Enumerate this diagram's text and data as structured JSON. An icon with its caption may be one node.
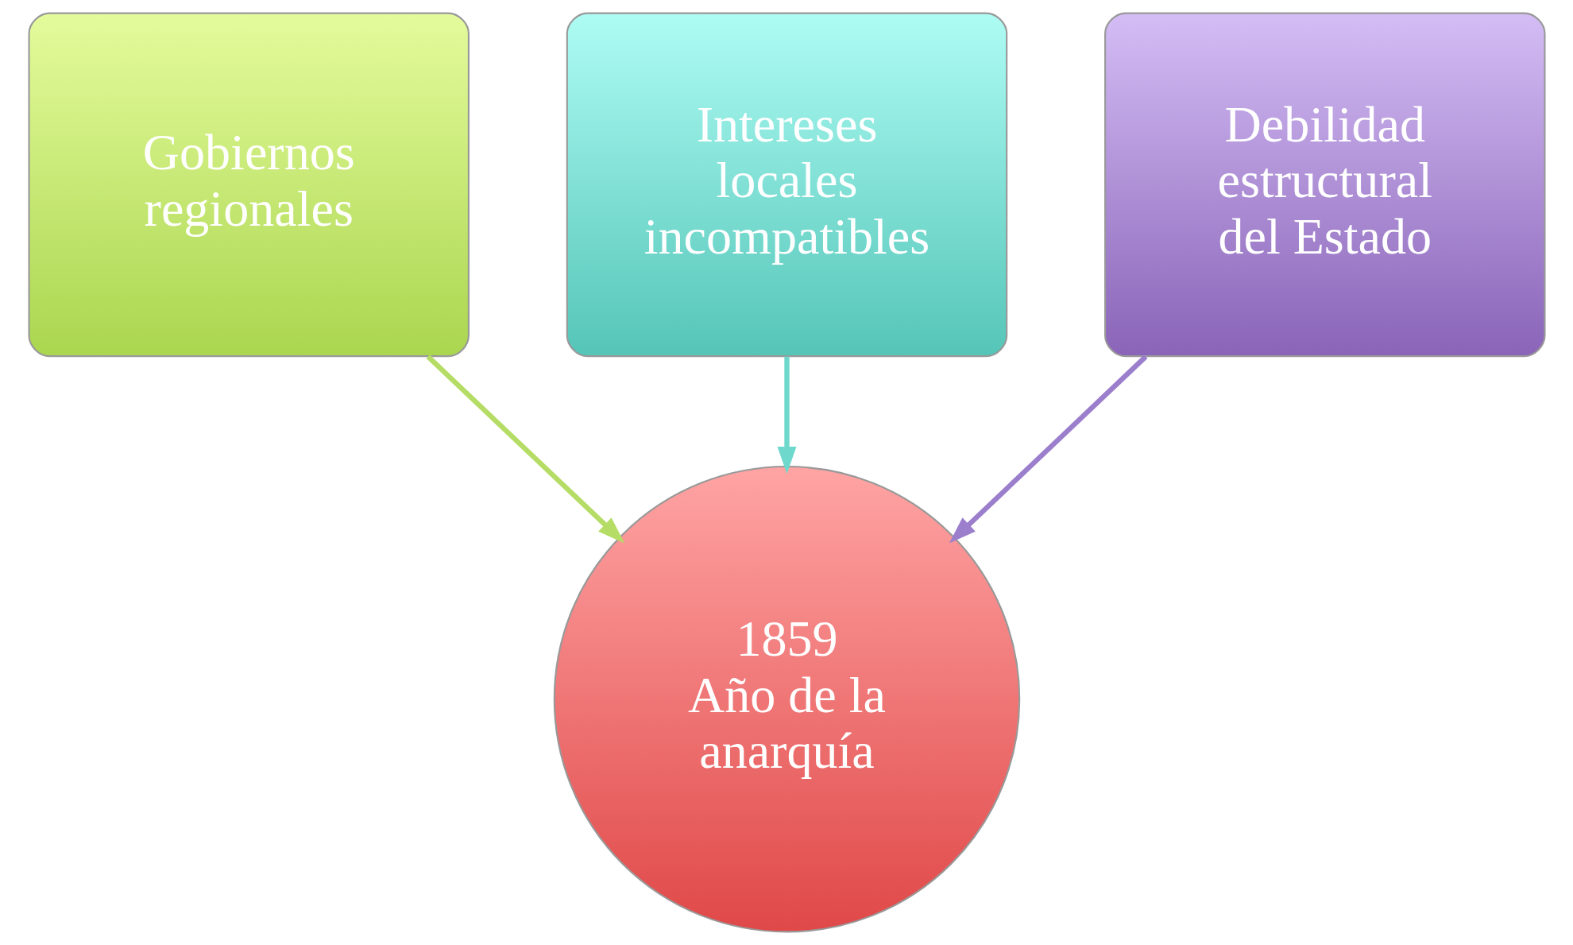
{
  "diagram": {
    "nodes": [
      {
        "text": [
          "Gobiernos regionales"
        ]
      },
      {
        "text": [
          "Intereses locales incompatibles"
        ]
      },
      {
        "text": [
          "Debilidad estructural del Estado"
        ]
      },
      {
        "text": [
          "1859",
          "Año de la anarquía"
        ]
      }
    ],
    "edges": [
      {
        "from": 0,
        "to": 3,
        "arrow": "to",
        "color": "#b5dd66"
      },
      {
        "from": 1,
        "to": 3,
        "arrow": "to",
        "color": "#6fd8cc"
      },
      {
        "from": 2,
        "to": 3,
        "arrow": "to",
        "color": "#9b7fcc"
      }
    ]
  }
}
